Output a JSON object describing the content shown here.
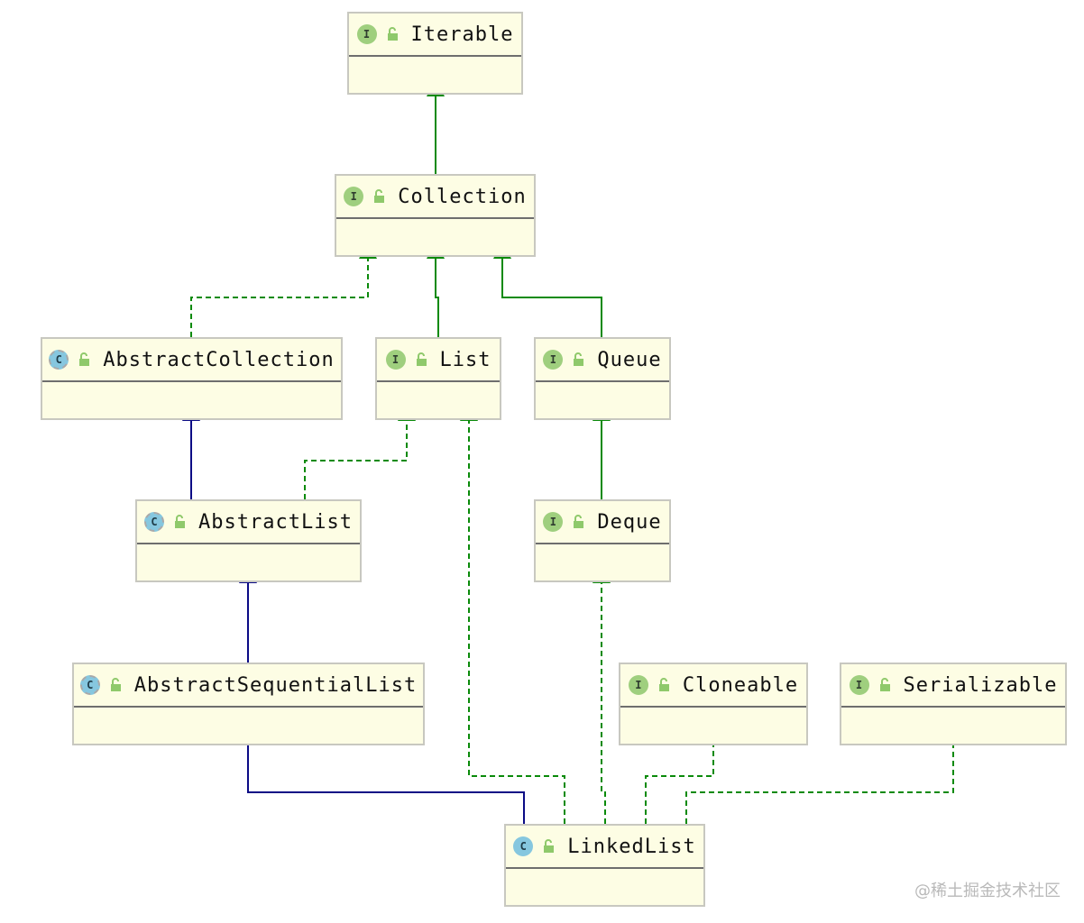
{
  "nodes": {
    "iterable": {
      "kind": "interface",
      "badge": "I",
      "label": "Iterable"
    },
    "collection": {
      "kind": "interface",
      "badge": "I",
      "label": "Collection"
    },
    "abstract_collection": {
      "kind": "abstract_class",
      "badge": "C",
      "label": "AbstractCollection"
    },
    "list": {
      "kind": "interface",
      "badge": "I",
      "label": "List"
    },
    "queue": {
      "kind": "interface",
      "badge": "I",
      "label": "Queue"
    },
    "abstract_list": {
      "kind": "abstract_class",
      "badge": "C",
      "label": "AbstractList"
    },
    "deque": {
      "kind": "interface",
      "badge": "I",
      "label": "Deque"
    },
    "abstract_sequential_list": {
      "kind": "abstract_class",
      "badge": "C",
      "label": "AbstractSequentialList"
    },
    "cloneable": {
      "kind": "interface",
      "badge": "I",
      "label": "Cloneable"
    },
    "serializable": {
      "kind": "interface",
      "badge": "I",
      "label": "Serializable"
    },
    "linked_list": {
      "kind": "class",
      "badge": "C",
      "label": "LinkedList"
    }
  },
  "edges": [
    {
      "from": "collection",
      "to": "iterable",
      "type": "extends-interface"
    },
    {
      "from": "abstract_collection",
      "to": "collection",
      "type": "implements"
    },
    {
      "from": "list",
      "to": "collection",
      "type": "extends-interface"
    },
    {
      "from": "queue",
      "to": "collection",
      "type": "extends-interface"
    },
    {
      "from": "abstract_list",
      "to": "abstract_collection",
      "type": "extends-class"
    },
    {
      "from": "abstract_list",
      "to": "list",
      "type": "implements"
    },
    {
      "from": "deque",
      "to": "queue",
      "type": "extends-interface"
    },
    {
      "from": "abstract_sequential_list",
      "to": "abstract_list",
      "type": "extends-class"
    },
    {
      "from": "linked_list",
      "to": "abstract_sequential_list",
      "type": "extends-class"
    },
    {
      "from": "linked_list",
      "to": "list",
      "type": "implements"
    },
    {
      "from": "linked_list",
      "to": "deque",
      "type": "implements"
    },
    {
      "from": "linked_list",
      "to": "cloneable",
      "type": "implements"
    },
    {
      "from": "linked_list",
      "to": "serializable",
      "type": "implements"
    }
  ],
  "colors": {
    "interface_edge": "#0a8a0a",
    "class_edge": "#0b0b85",
    "node_fill": "#fdfde4",
    "interface_badge": "#9fcf7e",
    "class_badge": "#86c7df"
  },
  "watermark": "@稀土掘金技术社区"
}
